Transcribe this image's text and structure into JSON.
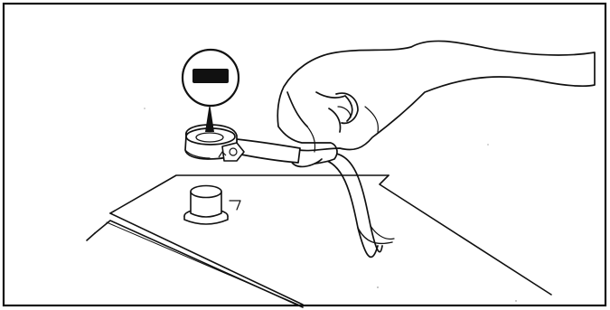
{
  "figure": {
    "colors": {
      "background": "#ffffff",
      "ink": "#111111",
      "paper_tone": "#fbfbfb"
    },
    "components": [
      "diagram-frame",
      "negative-polarity-callout",
      "minus-sign-icon",
      "callout-pointer",
      "battery-case",
      "battery-terminal-post",
      "cable-clamp-terminal",
      "clamp-bolt",
      "battery-cable",
      "hand-illustration"
    ]
  }
}
